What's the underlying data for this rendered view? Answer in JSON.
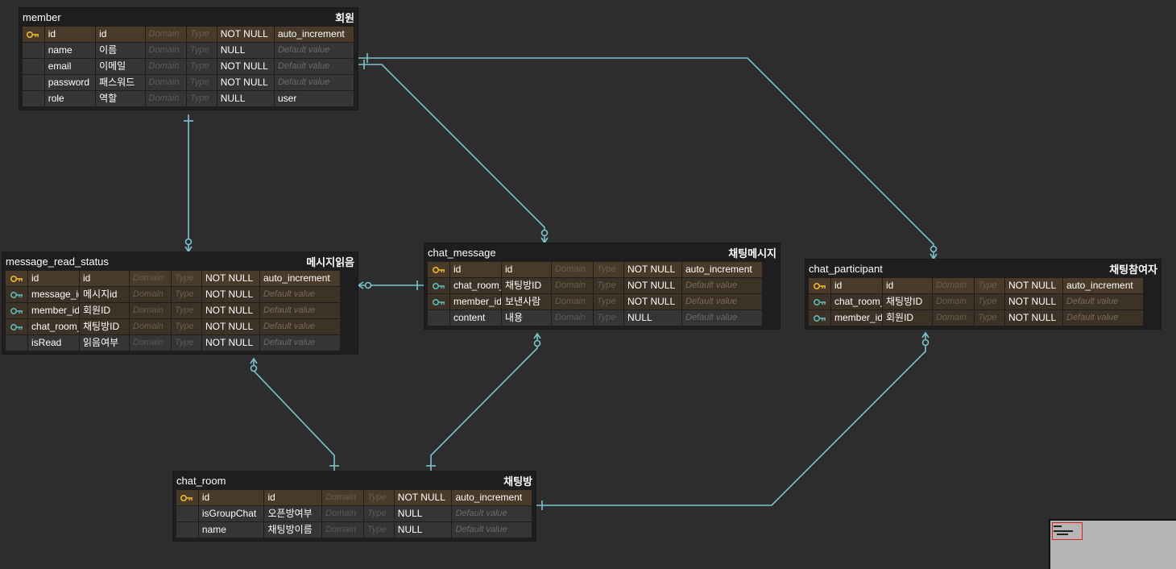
{
  "colors": {
    "canvas": "#2d2d2d",
    "line": "#7cc4cc",
    "pk_row": "#4a3a2a",
    "fk_row": "#3d3226",
    "plain_row": "#353535",
    "pk_icon": "#e8b830",
    "fk_icon": "#5fb8b8"
  },
  "entities": {
    "member": {
      "name": "member",
      "comment": "회원",
      "columns": [
        {
          "key": "pk-icon",
          "name": "id",
          "comment": "id",
          "domain": "Domain",
          "type": "Type",
          "nullable": "NOT NULL",
          "default": "auto_increment"
        },
        {
          "key": "",
          "name": "name",
          "comment": "이름",
          "domain": "Domain",
          "type": "Type",
          "nullable": "NULL",
          "default": "Default value"
        },
        {
          "key": "",
          "name": "email",
          "comment": "이메일",
          "domain": "Domain",
          "type": "Type",
          "nullable": "NOT NULL",
          "default": "Default value"
        },
        {
          "key": "",
          "name": "password",
          "comment": "패스워드",
          "domain": "Domain",
          "type": "Type",
          "nullable": "NOT NULL",
          "default": "Default value"
        },
        {
          "key": "",
          "name": "role",
          "comment": "역할",
          "domain": "Domain",
          "type": "Type",
          "nullable": "NULL",
          "default": "user"
        }
      ]
    },
    "message_read_status": {
      "name": "message_read_status",
      "comment": "메시지읽음",
      "columns": [
        {
          "key": "pk-icon",
          "name": "id",
          "comment": "id",
          "domain": "Domain",
          "type": "Type",
          "nullable": "NOT NULL",
          "default": "auto_increment"
        },
        {
          "key": "fk-icon",
          "name": "message_id",
          "comment": "메시지id",
          "domain": "Domain",
          "type": "Type",
          "nullable": "NOT NULL",
          "default": "Default value"
        },
        {
          "key": "fk-icon",
          "name": "member_id",
          "comment": "회원ID",
          "domain": "Domain",
          "type": "Type",
          "nullable": "NOT NULL",
          "default": "Default value"
        },
        {
          "key": "fk-icon",
          "name": "chat_room_id",
          "comment": "채팅방ID",
          "domain": "Domain",
          "type": "Type",
          "nullable": "NOT NULL",
          "default": "Default value"
        },
        {
          "key": "",
          "name": "isRead",
          "comment": "읽음여부",
          "domain": "Domain",
          "type": "Type",
          "nullable": "NOT NULL",
          "default": "Default value"
        }
      ]
    },
    "chat_message": {
      "name": "chat_message",
      "comment": "채팅메시지",
      "columns": [
        {
          "key": "pk-icon",
          "name": "id",
          "comment": "id",
          "domain": "Domain",
          "type": "Type",
          "nullable": "NOT NULL",
          "default": "auto_increment"
        },
        {
          "key": "fk-icon",
          "name": "chat_room_id",
          "comment": "채팅방ID",
          "domain": "Domain",
          "type": "Type",
          "nullable": "NOT NULL",
          "default": "Default value"
        },
        {
          "key": "fk-icon",
          "name": "member_id",
          "comment": "보낸사람",
          "domain": "Domain",
          "type": "Type",
          "nullable": "NOT NULL",
          "default": "Default value"
        },
        {
          "key": "",
          "name": "content",
          "comment": "내용",
          "domain": "Domain",
          "type": "Type",
          "nullable": "NULL",
          "default": "Default value"
        }
      ]
    },
    "chat_participant": {
      "name": "chat_participant",
      "comment": "채팅참여자",
      "columns": [
        {
          "key": "pk-icon",
          "name": "id",
          "comment": "id",
          "domain": "Domain",
          "type": "Type",
          "nullable": "NOT NULL",
          "default": "auto_increment"
        },
        {
          "key": "fk-icon",
          "name": "chat_room_id",
          "comment": "채팅방ID",
          "domain": "Domain",
          "type": "Type",
          "nullable": "NOT NULL",
          "default": "Default value"
        },
        {
          "key": "fk-icon",
          "name": "member_id",
          "comment": "회원ID",
          "domain": "Domain",
          "type": "Type",
          "nullable": "NOT NULL",
          "default": "Default value"
        }
      ]
    },
    "chat_room": {
      "name": "chat_room",
      "comment": "채팅방",
      "columns": [
        {
          "key": "pk-icon",
          "name": "id",
          "comment": "id",
          "domain": "Domain",
          "type": "Type",
          "nullable": "NOT NULL",
          "default": "auto_increment"
        },
        {
          "key": "",
          "name": "isGroupChat",
          "comment": "오픈방여부",
          "domain": "Domain",
          "type": "Type",
          "nullable": "NULL",
          "default": "Default value"
        },
        {
          "key": "",
          "name": "name",
          "comment": "채팅방이름",
          "domain": "Domain",
          "type": "Type",
          "nullable": "NULL",
          "default": "Default value"
        }
      ]
    }
  },
  "relations": [
    {
      "from": "member",
      "to": "message_read_status"
    },
    {
      "from": "member",
      "to": "chat_message"
    },
    {
      "from": "member",
      "to": "chat_participant"
    },
    {
      "from": "chat_message",
      "to": "message_read_status"
    },
    {
      "from": "chat_room",
      "to": "message_read_status"
    },
    {
      "from": "chat_room",
      "to": "chat_message"
    },
    {
      "from": "chat_room",
      "to": "chat_participant"
    }
  ]
}
